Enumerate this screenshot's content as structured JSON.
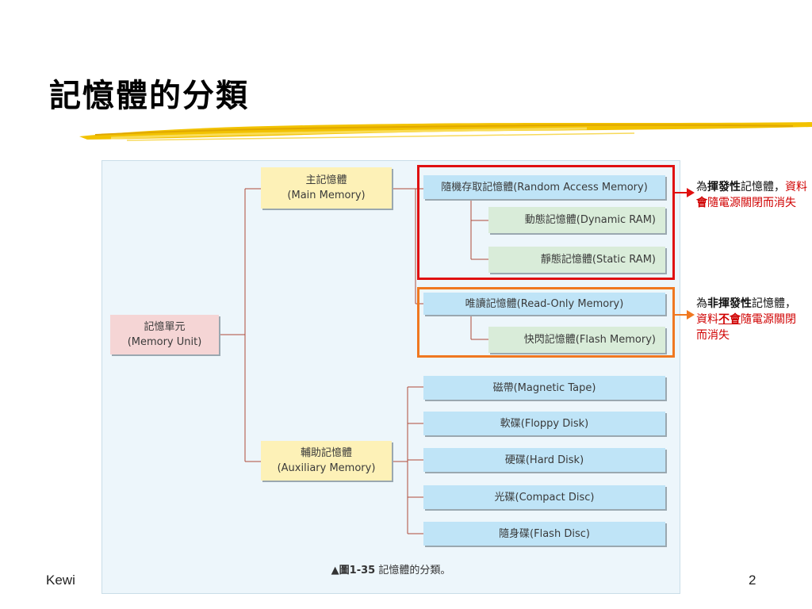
{
  "slide": {
    "title": "記憶體的分類",
    "footer_left": "Kewi",
    "page_number": "2"
  },
  "diagram": {
    "root": {
      "line1": "記憶單元",
      "line2": "(Memory Unit)"
    },
    "main": {
      "line1": "主記憶體",
      "line2": "(Main Memory)"
    },
    "aux": {
      "line1": "輔助記憶體",
      "line2": "(Auxiliary Memory)"
    },
    "ram": "隨機存取記憶體(Random Access Memory)",
    "dram": "動態記憶體(Dynamic RAM)",
    "sram": "靜態記憶體(Static RAM)",
    "rom": "唯讀記憶體(Read-Only Memory)",
    "flash": "快閃記憶體(Flash Memory)",
    "aux_items": [
      "磁帶(Magnetic Tape)",
      "軟碟(Floppy Disk)",
      "硬碟(Hard Disk)",
      "光碟(Compact Disc)",
      "隨身碟(Flash Disc)"
    ],
    "caption_prefix": "▲圖1-35",
    "caption_text": " 記憶體的分類。"
  },
  "notes": {
    "volatile": {
      "a": "為",
      "b": "揮發性",
      "c": "記憶體，",
      "d": "資料",
      "e": "會",
      "f": "隨電源關閉而消失"
    },
    "nonvolatile": {
      "a": "為",
      "b": "非揮發性",
      "c": "記憶體，",
      "d": "資料",
      "e": "不會",
      "f": "隨電源關閉而消失"
    }
  },
  "colors": {
    "red_frame": "#e01010",
    "orange_frame": "#f07820",
    "brush": "#f2c200"
  }
}
